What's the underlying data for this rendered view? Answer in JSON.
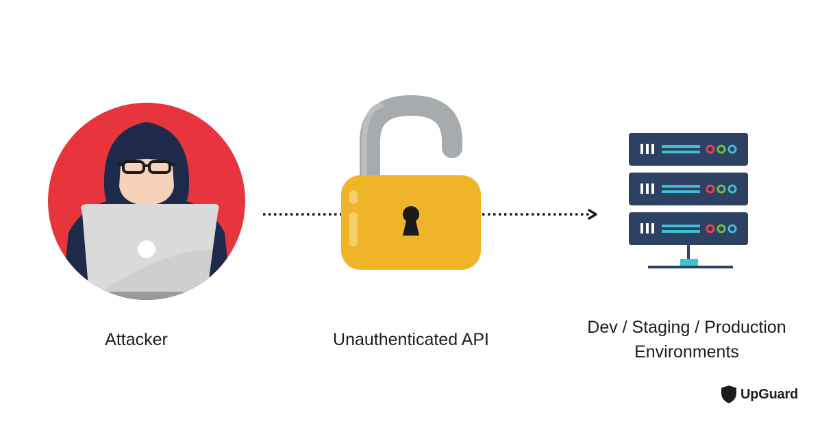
{
  "diagram": {
    "nodes": [
      {
        "id": "attacker",
        "label": "Attacker",
        "icon": "hacker-with-laptop-icon"
      },
      {
        "id": "api",
        "label": "Unauthenticated API",
        "icon": "unlocked-padlock-icon"
      },
      {
        "id": "environments",
        "label_line1": "Dev / Staging / Production",
        "label_line2": "Environments",
        "icon": "server-rack-icon"
      }
    ],
    "edges": [
      {
        "from": "attacker",
        "to": "api",
        "style": "dotted"
      },
      {
        "from": "api",
        "to": "environments",
        "style": "dotted-arrow"
      }
    ]
  },
  "brand": {
    "name": "UpGuard",
    "icon": "shield-icon"
  },
  "colors": {
    "background": "#ffffff",
    "attacker_circle": "#e8353d",
    "hood": "#1e2a4a",
    "laptop": "#cfcfcf",
    "lock_body": "#f0b429",
    "lock_shackle": "#a8abad",
    "server": "#2d4262",
    "server_accent": "#3ec1d3",
    "led_red": "#ee4052",
    "led_green": "#6cc04a",
    "led_teal": "#3ec1d3",
    "connector": "#1c1c1c",
    "text": "#1c1c1c"
  }
}
